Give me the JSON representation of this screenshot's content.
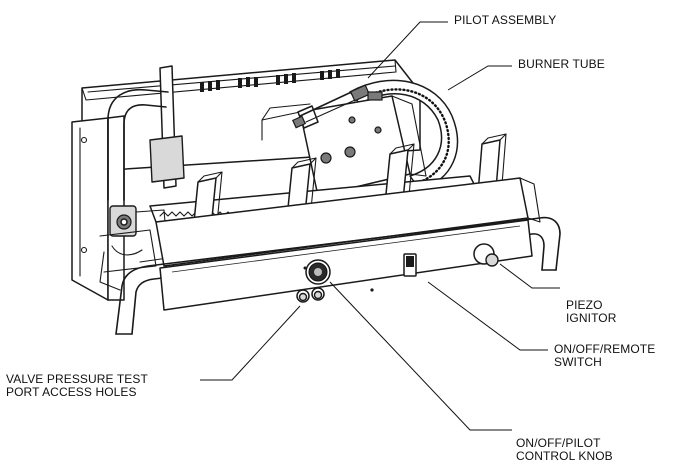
{
  "labels": {
    "pilot_assembly": "PILOT ASSEMBLY",
    "burner_tube": "BURNER TUBE",
    "piezo_ignitor_line1": "PIEZO",
    "piezo_ignitor_line2": "IGNITOR",
    "switch_line1": "ON/OFF/REMOTE",
    "switch_line2": "SWITCH",
    "valve_line1": "VALVE PRESSURE TEST",
    "valve_line2": "PORT ACCESS HOLES",
    "knob_line1": "ON/OFF/PILOT",
    "knob_line2": "CONTROL KNOB"
  }
}
